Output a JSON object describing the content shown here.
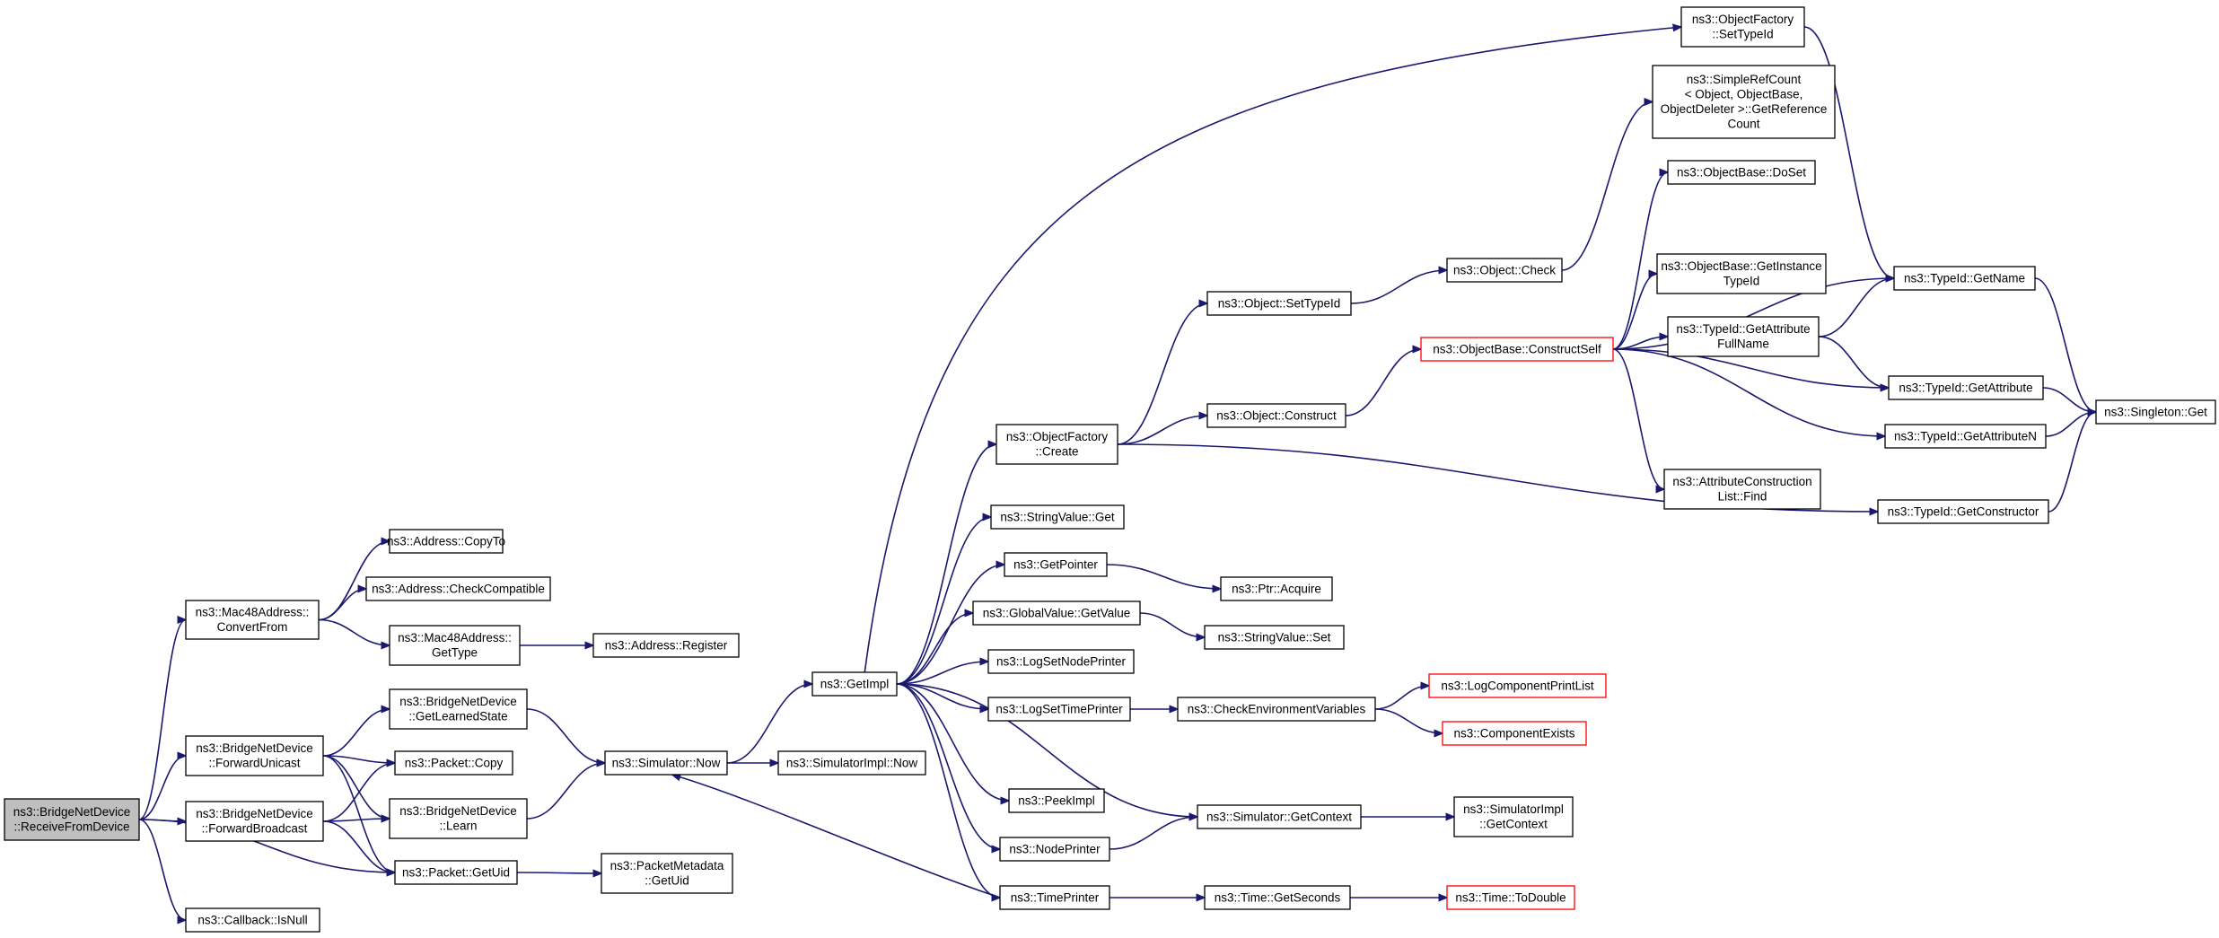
{
  "colors": {
    "edge": "#191970",
    "node_border": "#000000",
    "truncated_border": "#ff0000",
    "root_fill": "#bfbfbf",
    "node_fill": "#ffffff"
  },
  "nodes": {
    "root": [
      "ns3::BridgeNetDevice",
      "::ReceiveFromDevice"
    ],
    "mac48_convertfrom": [
      "ns3::Mac48Address::",
      "ConvertFrom"
    ],
    "fwd_unicast": [
      "ns3::BridgeNetDevice",
      "::ForwardUnicast"
    ],
    "fwd_broadcast": [
      "ns3::BridgeNetDevice",
      "::ForwardBroadcast"
    ],
    "callback_isnull": [
      "ns3::Callback::IsNull"
    ],
    "address_copyto": [
      "ns3::Address::CopyTo"
    ],
    "address_checkcompat": [
      "ns3::Address::CheckCompatible"
    ],
    "mac48_gettype": [
      "ns3::Mac48Address::",
      "GetType"
    ],
    "address_register": [
      "ns3::Address::Register"
    ],
    "get_learned_state": [
      "ns3::BridgeNetDevice",
      "::GetLearnedState"
    ],
    "packet_copy": [
      "ns3::Packet::Copy"
    ],
    "learn": [
      "ns3::BridgeNetDevice",
      "::Learn"
    ],
    "packet_getuid": [
      "ns3::Packet::GetUid"
    ],
    "pktmeta_getuid": [
      "ns3::PacketMetadata",
      "::GetUid"
    ],
    "sim_now": [
      "ns3::Simulator::Now"
    ],
    "simimpl_now": [
      "ns3::SimulatorImpl::Now"
    ],
    "getimpl": [
      "ns3::GetImpl"
    ],
    "objfactory_create": [
      "ns3::ObjectFactory",
      "::Create"
    ],
    "stringvalue_get": [
      "ns3::StringValue::Get"
    ],
    "getpointer": [
      "ns3::GetPointer"
    ],
    "globalvalue_getvalue": [
      "ns3::GlobalValue::GetValue"
    ],
    "logsetnodeprinter": [
      "ns3::LogSetNodePrinter"
    ],
    "logsettimeprinter": [
      "ns3::LogSetTimePrinter"
    ],
    "peekimpl": [
      "ns3::PeekImpl"
    ],
    "nodeprinter": [
      "ns3::NodePrinter"
    ],
    "timeprinter": [
      "ns3::TimePrinter"
    ],
    "object_settypeid": [
      "ns3::Object::SetTypeId"
    ],
    "object_construct": [
      "ns3::Object::Construct"
    ],
    "ptr_acquire": [
      "ns3::Ptr::Acquire"
    ],
    "stringvalue_set": [
      "ns3::StringValue::Set"
    ],
    "check_env_vars": [
      "ns3::CheckEnvironmentVariables"
    ],
    "sim_getcontext": [
      "ns3::Simulator::GetContext"
    ],
    "time_getseconds": [
      "ns3::Time::GetSeconds"
    ],
    "object_check": [
      "ns3::Object::Check"
    ],
    "objbase_constructself": [
      "ns3::ObjectBase::ConstructSelf"
    ],
    "logcomp_printlist": [
      "ns3::LogComponentPrintList"
    ],
    "component_exists": [
      "ns3::ComponentExists"
    ],
    "simimpl_getcontext": [
      "ns3::SimulatorImpl",
      "::GetContext"
    ],
    "time_todouble": [
      "ns3::Time::ToDouble"
    ],
    "objfactory_settypeid": [
      "ns3::ObjectFactory",
      "::SetTypeId"
    ],
    "simplerefcount": [
      "ns3::SimpleRefCount",
      "< Object, ObjectBase,",
      "ObjectDeleter >::GetReference",
      "Count"
    ],
    "objbase_doset": [
      "ns3::ObjectBase::DoSet"
    ],
    "objbase_getinstancetypeid": [
      "ns3::ObjectBase::GetInstance",
      "TypeId"
    ],
    "typeid_getattributefullname": [
      "ns3::TypeId::GetAttribute",
      "FullName"
    ],
    "attrconstruction_find": [
      "ns3::AttributeConstruction",
      "List::Find"
    ],
    "typeid_getname": [
      "ns3::TypeId::GetName"
    ],
    "typeid_getattribute": [
      "ns3::TypeId::GetAttribute"
    ],
    "typeid_getattributen": [
      "ns3::TypeId::GetAttributeN"
    ],
    "typeid_getconstructor": [
      "ns3::TypeId::GetConstructor"
    ],
    "singleton_get": [
      "ns3::Singleton::Get"
    ]
  }
}
